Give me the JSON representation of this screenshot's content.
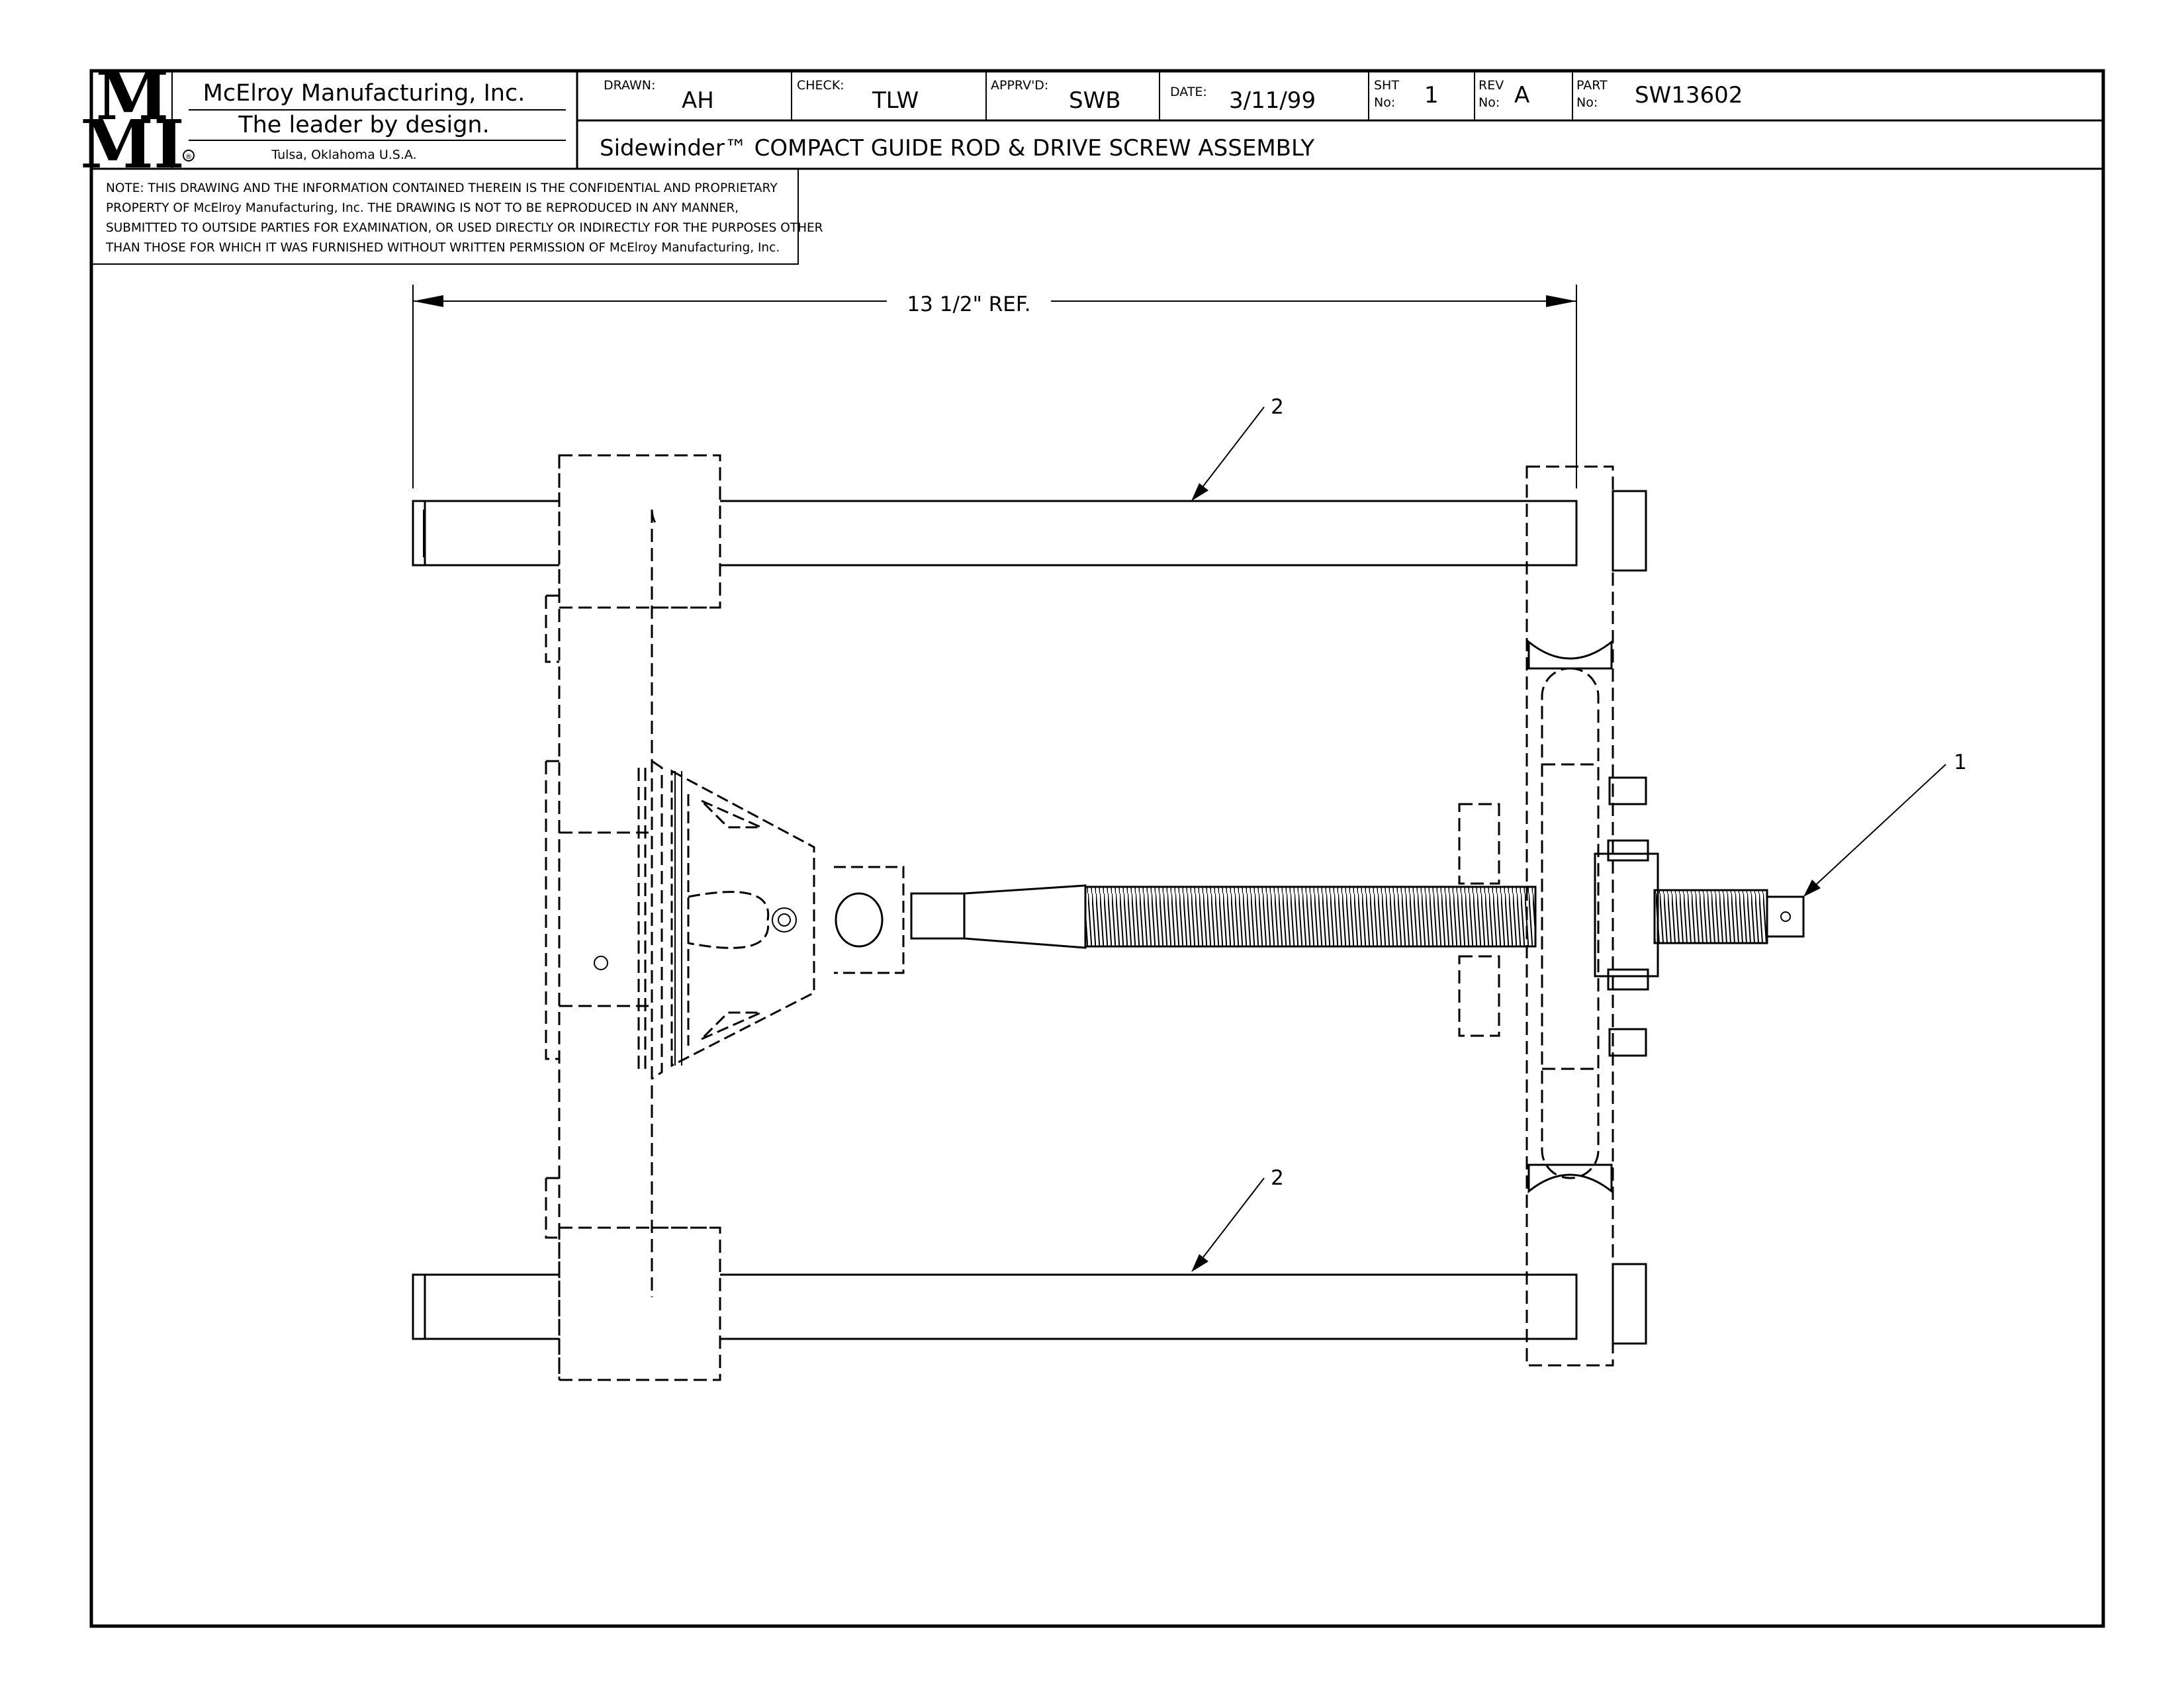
{
  "title_block": {
    "logo": {
      "line1": "M",
      "line2": "MI"
    },
    "company": "McElroy Manufacturing, Inc.",
    "slogan": "The leader by design.",
    "location": "Tulsa, Oklahoma U.S.A.",
    "registered_mark": "®",
    "fields": {
      "drawn_label": "DRAWN:",
      "drawn_value": "AH",
      "check_label": "CHECK:",
      "check_value": "TLW",
      "apprvd_label": "APPRV'D:",
      "apprvd_value": "SWB",
      "date_label": "DATE:",
      "date_value": "3/11/99",
      "sht_label_1": "SHT",
      "sht_label_2": "No:",
      "sht_value": "1",
      "rev_label_1": "REV",
      "rev_label_2": "No:",
      "rev_value": "A",
      "part_label_1": "PART",
      "part_label_2": "No:",
      "part_value": "SW13602"
    },
    "drawing_title": "Sidewinder™ COMPACT GUIDE ROD & DRIVE SCREW ASSEMBLY"
  },
  "note": {
    "lines": [
      "NOTE: THIS DRAWING AND THE INFORMATION CONTAINED THEREIN IS THE CONFIDENTIAL AND PROPRIETARY",
      "PROPERTY OF McElroy Manufacturing, Inc. THE DRAWING IS NOT TO BE REPRODUCED IN ANY MANNER,",
      "SUBMITTED TO OUTSIDE PARTIES FOR EXAMINATION, OR USED DIRECTLY OR INDIRECTLY FOR THE PURPOSES OTHER",
      "THAN THOSE FOR WHICH IT WAS FURNISHED WITHOUT WRITTEN PERMISSION OF McElroy Manufacturing, Inc."
    ]
  },
  "drawing": {
    "dimension_label": "13 1/2\" REF.",
    "callouts": [
      {
        "id": "upper-guide-rod",
        "label": "2"
      },
      {
        "id": "lower-guide-rod",
        "label": "2"
      },
      {
        "id": "drive-screw",
        "label": "1"
      }
    ]
  }
}
